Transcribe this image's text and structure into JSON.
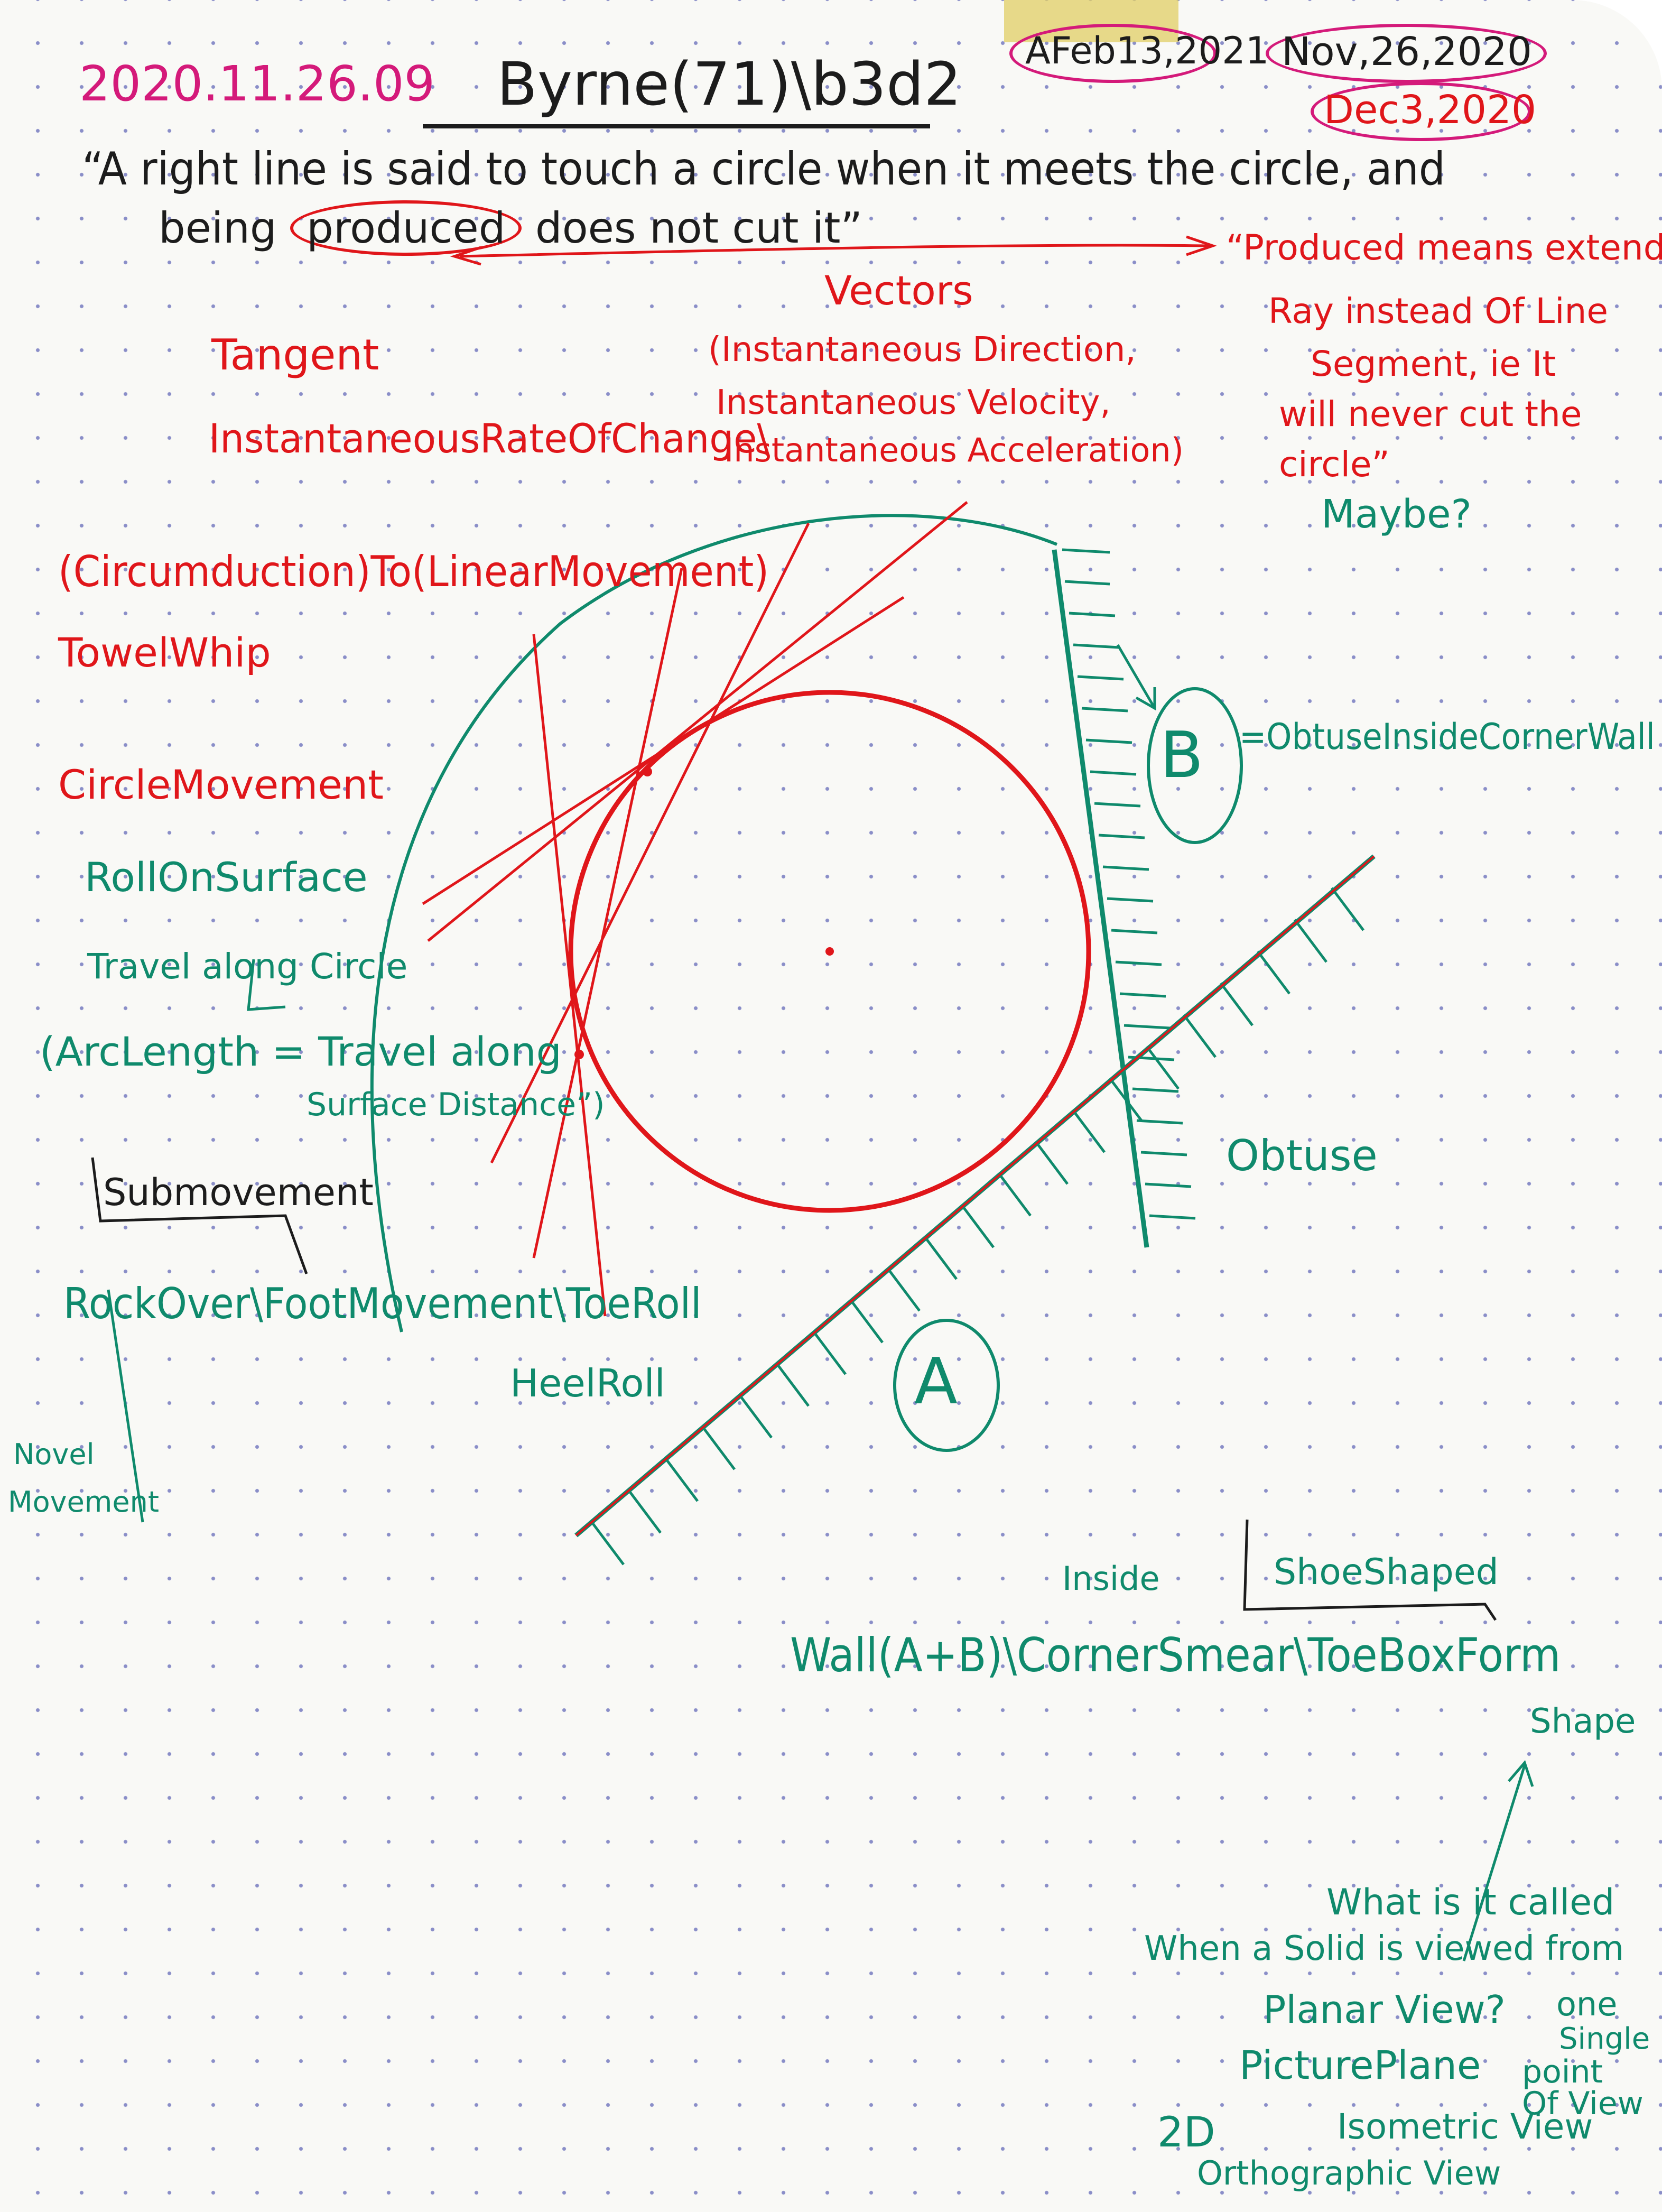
{
  "header": {
    "date_left": "2020.11.26.09",
    "title": "Byrne(71)\\b3d2",
    "date_a": "AFeb13,2021",
    "date_b": "Nov,26,2020",
    "date_c": "Dec3,2020"
  },
  "quote": {
    "line1": "“A right line is said to touch a circle when it meets the circle, and",
    "line2_pre": "being",
    "line2_word": "produced",
    "line2_post": "does not cut it”"
  },
  "produced_note": {
    "line1": "“Produced means extended",
    "line2": "Ray instead Of Line",
    "line3": "Segment, ie It",
    "line4": "will never cut the",
    "line5": "circle”",
    "maybe": "Maybe?"
  },
  "vectors": {
    "heading": "Vectors",
    "line1": "(Instantaneous Direction,",
    "line2": "Instantaneous Velocity,",
    "line3": "Instantaneous Acceleration)"
  },
  "tangent": {
    "word": "Tangent",
    "rate": "InstantaneousRateOfChange\\"
  },
  "left_notes": {
    "circumduction": "(Circumduction)To(LinearMovement)",
    "towel": "TowelWhip",
    "circle_movement": "CircleMovement",
    "roll": "RollOnSurface",
    "travel": "Travel along Circle",
    "arc1": "(ArcLength = Travel along",
    "arc2": "Surface Distance”)",
    "submovement": "Submovement",
    "rockover": "RockOver\\FootMovement\\ToeRoll",
    "heelroll": "HeelRoll",
    "novel1": "Novel",
    "novel2": "Movement"
  },
  "diagram": {
    "label_a": "A",
    "label_b": "B",
    "b_desc": "=ObtuseInsideCornerWall",
    "obtuse": "Obtuse"
  },
  "bottom_notes": {
    "inside": "Inside",
    "shoe_shaped": "ShoeShaped",
    "wall": "Wall(A+B)\\CornerSmear\\ToeBoxForm",
    "shape": "Shape",
    "what": "What is it called",
    "when": "When a Solid is viewed from",
    "planar": "Planar View?",
    "one": "one",
    "single": "Single",
    "picture": "PicturePlane",
    "point": "point",
    "of_view": "Of View",
    "two_d": "2D",
    "isometric": "Isometric View",
    "ortho": "Orthographic View"
  }
}
